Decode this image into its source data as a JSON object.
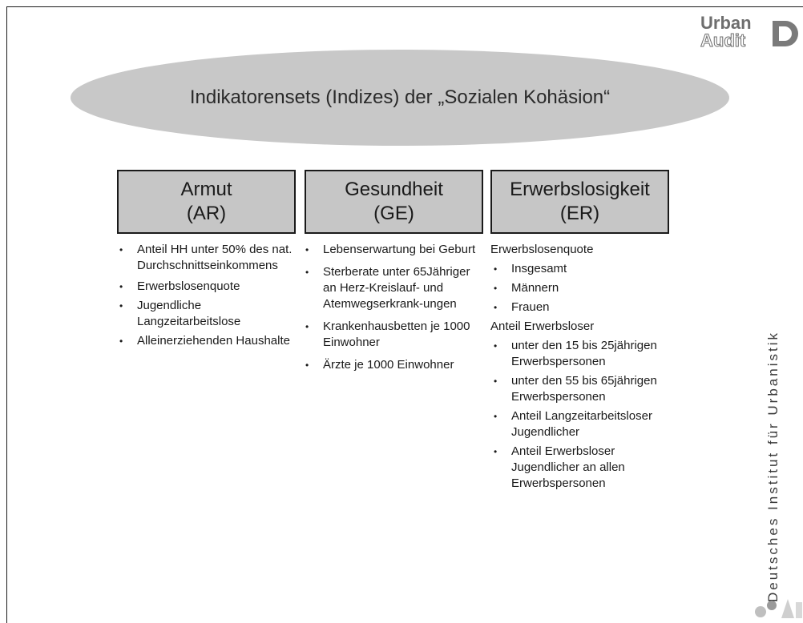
{
  "logo": {
    "line1": "Urban",
    "line2": "Audit"
  },
  "title": "Indikatorensets (Indizes) der „Sozialen Kohäsion“",
  "columns": [
    {
      "header_line1": "Armut",
      "header_line2": "(AR)",
      "items": [
        "Anteil HH unter 50% des nat. Durchschnittseinkommens",
        "Erwerbslosenquote",
        "Jugendliche Langzeitarbeitslose",
        "Alleinerziehenden Haushalte"
      ]
    },
    {
      "header_line1": "Gesundheit",
      "header_line2": "(GE)",
      "items": [
        "Lebenserwartung bei Geburt",
        "Sterberate unter 65Jähriger an Herz-Kreislauf- und Atemwegserkrank-ungen",
        "Krankenhausbetten je 1000 Einwohner",
        "Ärzte je 1000 Einwohner"
      ]
    },
    {
      "header_line1": "Erwerbslosigkeit",
      "header_line2": "(ER)",
      "heading1": "Erwerbslosenquote",
      "group1": [
        "Insgesamt",
        "Männern",
        "Frauen"
      ],
      "heading2": "Anteil Erwerbsloser",
      "group2": [
        "unter den 15 bis 25jährigen Erwerbspersonen",
        "unter den 55 bis 65jährigen Erwerbspersonen",
        "Anteil Langzeitarbeitsloser Jugendlicher",
        "Anteil Erwerbsloser Jugendlicher an allen Erwerbspersonen"
      ]
    }
  ],
  "side_text": "Deutsches Institut für Urbanistik",
  "colors": {
    "ellipse": "#c8c8c8",
    "header_box": "#c6c6c6"
  }
}
